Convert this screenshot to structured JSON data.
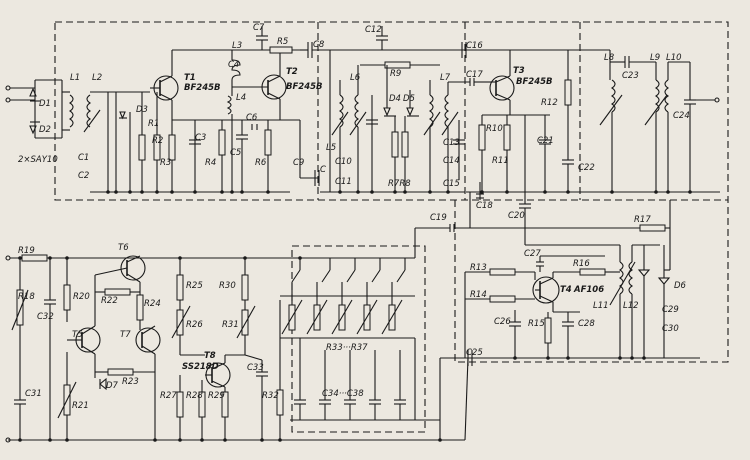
{
  "title": "",
  "labels": {
    "D1": "D1",
    "D2": "D2",
    "diode_pair": "2×SAY10",
    "L1": "L1",
    "L2": "L2",
    "D3": "D3",
    "C1": "C1",
    "C2": "C2",
    "T1": "T1",
    "T1_type": "BF245B",
    "T2": "T2",
    "T2_type": "BF245B",
    "R1": "R1",
    "R2": "R2",
    "R3": "R3",
    "C3": "C3",
    "C4": "C4",
    "C5": "C5",
    "C6": "C6",
    "C7": "C7",
    "R4": "R4",
    "R5": "R5",
    "R6": "R6",
    "L3": "L3",
    "L4": "L4",
    "C8": "C8",
    "C9": "C9",
    "C": "C",
    "C12": "C12",
    "R9": "R9",
    "L5": "L5",
    "L6": "L6",
    "C10": "C10",
    "C11": "C11",
    "D4": "D4",
    "D5": "D5",
    "R7R8": "R7R8",
    "L7": "L7",
    "C13": "C13",
    "C14": "C14",
    "C15": "C15",
    "C16": "C16",
    "C17": "C17",
    "T3": "T3",
    "T3_type": "BF245B",
    "R10": "R10",
    "R11": "R11",
    "R12": "R12",
    "C21": "C21",
    "C22": "C22",
    "L8": "L8",
    "C23": "C23",
    "L9": "L9",
    "L10": "L10",
    "C24": "C24",
    "C18": "C18",
    "C19": "C19",
    "C20": "C20",
    "R17": "R17",
    "R19": "R19",
    "T6": "T6",
    "R18": "R18",
    "R20": "R20",
    "C32": "C32",
    "R22": "R22",
    "R24": "R24",
    "T5": "T5",
    "T7": "T7",
    "D7": "D7",
    "R23": "R23",
    "R21": "R21",
    "C31": "C31",
    "R25": "R25",
    "R26": "R26",
    "R30": "R30",
    "R31": "R31",
    "T8": "T8",
    "T8_type": "SS218D",
    "R27": "R27",
    "R28": "R28",
    "R29": "R29",
    "C33": "C33",
    "R32": "R32",
    "R33R37": "R33···R37",
    "C34C38": "C34···C38",
    "R13": "R13",
    "R14": "R14",
    "C27": "C27",
    "R16": "R16",
    "T4": "T4",
    "T4_type": "AF106",
    "C26": "C26",
    "R15": "R15",
    "C28": "C28",
    "L11": "L11",
    "L12": "L12",
    "D6": "D6",
    "C29": "C29",
    "C30": "C30",
    "C25": "C25"
  }
}
